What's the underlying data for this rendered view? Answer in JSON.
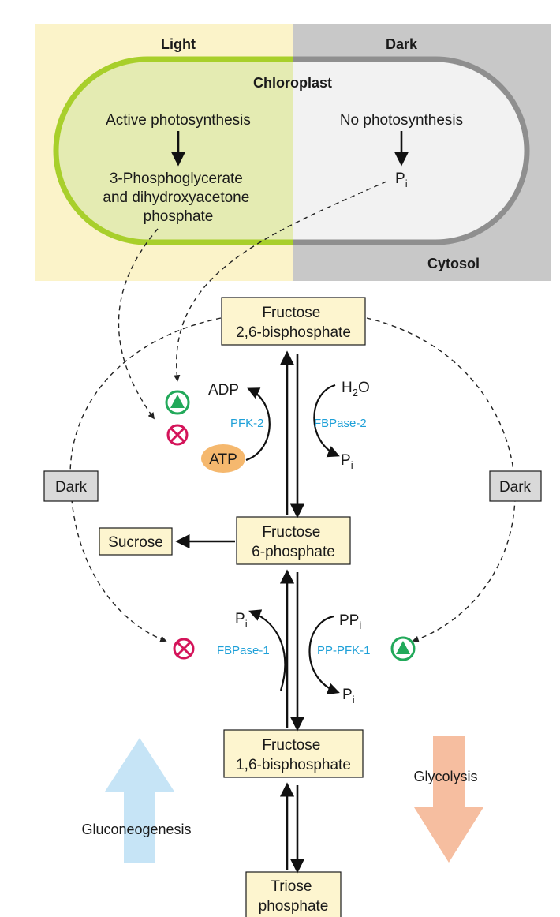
{
  "panels": {
    "light": "Light",
    "dark": "Dark",
    "chloroplast": "Chloroplast",
    "cytosol": "Cytosol"
  },
  "chloroplast": {
    "left_top": "Active photosynthesis",
    "left_bottom": [
      "3-Phosphoglycerate",
      "and dihydroxyacetone",
      "phosphate"
    ],
    "right_top": "No photosynthesis",
    "pi_main": "P",
    "pi_sub": "i"
  },
  "metabolites": {
    "f26bp": [
      "Fructose",
      "2,6-bisphosphate"
    ],
    "f6p": [
      "Fructose",
      "6-phosphate"
    ],
    "f16bp": [
      "Fructose",
      "1,6-bisphosphate"
    ],
    "triose": [
      "Triose",
      "phosphate"
    ],
    "sucrose": "Sucrose"
  },
  "upper_reaction": {
    "adp": "ADP",
    "atp": "ATP",
    "water_h": "H",
    "water_2": "2",
    "water_o": "O",
    "pi_main": "P",
    "pi_sub": "i",
    "enzyme_left": "PFK-2",
    "enzyme_right": "FBPase-2"
  },
  "lower_reaction": {
    "pi_left_main": "P",
    "pi_left_sub": "i",
    "ppi_main": "PP",
    "ppi_sub": "i",
    "pi_right_main": "P",
    "pi_right_sub": "i",
    "enzyme_left": "FBPase-1",
    "enzyme_right": "PP-PFK-1"
  },
  "dark_labels": {
    "left": "Dark",
    "right": "Dark"
  },
  "pathways": {
    "gluconeogenesis": "Gluconeogenesis",
    "glycolysis": "Glycolysis"
  },
  "colors": {
    "light_panel": "#fbf3c9",
    "dark_panel": "#c8c8c8",
    "chloroplast_light_fill": "#e4ebb2",
    "chloroplast_dark_fill": "#f2f2f2",
    "chloroplast_light_border": "#a8cf2b",
    "chloroplast_dark_border": "#8f8f8f",
    "activator_green": "#22a95a",
    "inhibitor_red": "#d4145a",
    "atp_orange": "#f5b86e",
    "enzyme_blue": "#1ea0d8",
    "gluconeogenesis_arrow": "#c6e4f6",
    "glycolysis_arrow": "#f6bea0"
  },
  "icons": {
    "activator": "green-triangle-circle-icon",
    "inhibitor": "red-crossed-circle-icon"
  }
}
